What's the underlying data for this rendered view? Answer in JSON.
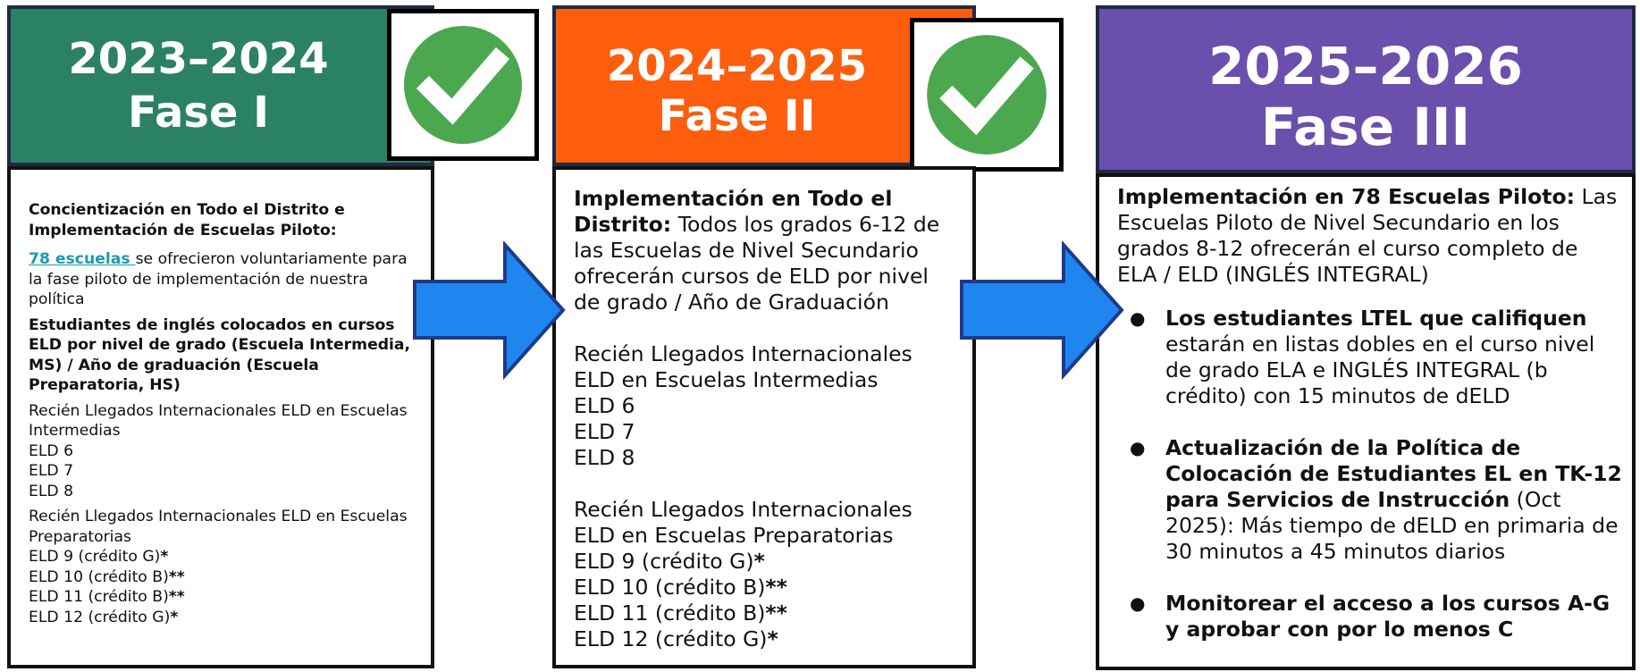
{
  "colors": {
    "phase1": "#2b8163",
    "phase2": "#fd5e0d",
    "phase3": "#6a4fad",
    "arrow": "#1f86f0",
    "check": "#4ca84f"
  },
  "phases": [
    {
      "year": "2023–2024",
      "phase": "Fase I",
      "completed": true,
      "heading": "Concientización en Todo el Distrito e Implementación de Escuelas Piloto:",
      "link_text": "78 escuelas ",
      "intro_rest": "se ofrecieron voluntariamente para la fase piloto de implementación de nuestra política",
      "subheading": "Estudiantes de inglés colocados en cursos ELD por nivel de grado (Escuela Intermedia, MS) / Año de graduación (Escuela Preparatoria, HS)",
      "ms_group": [
        "Recién Llegados Internacionales ELD en Escuelas Intermedias",
        "ELD 6",
        "ELD 7",
        "ELD 8"
      ],
      "hs_intro": "Recién Llegados Internacionales ELD en Escuelas Preparatorias",
      "hs_courses": [
        {
          "label": "ELD 9 (crédito G)",
          "mark": "*"
        },
        {
          "label": "ELD 10 (crédito B)",
          "mark": "**"
        },
        {
          "label": "ELD 11 (crédito B)",
          "mark": "**"
        },
        {
          "label": "ELD 12 (crédito G)",
          "mark": "*"
        }
      ]
    },
    {
      "year": "2024–2025",
      "phase": "Fase II",
      "completed": true,
      "heading": "Implementación en Todo el Distrito:",
      "intro_rest": " Todos los grados 6-12 de las Escuelas de Nivel Secundario ofrecerán cursos de ELD por nivel de grado / Año de Graduación",
      "ms_group": [
        "Recién Llegados Internacionales ELD en Escuelas Intermedias",
        "ELD 6",
        "ELD 7",
        "ELD 8"
      ],
      "hs_intro": "Recién Llegados Internacionales ELD en Escuelas Preparatorias",
      "hs_courses": [
        {
          "label": "ELD 9 (crédito G)",
          "mark": "*"
        },
        {
          "label": "ELD 10 (crédito B)",
          "mark": "**"
        },
        {
          "label": "ELD 11 (crédito B)",
          "mark": "**"
        },
        {
          "label": "ELD 12 (crédito G)",
          "mark": "*"
        }
      ]
    },
    {
      "year": "2025–2026",
      "phase": "Fase III",
      "completed": false,
      "heading": "Implementación en 78 Escuelas Piloto:",
      "intro_rest": " Las Escuelas Piloto de Nivel Secundario en los grados 8-12 ofrecerán el curso completo de ELA / ELD (INGLÉS INTEGRAL)",
      "bullets": [
        {
          "bold": "Los estudiantes LTEL que califiquen",
          "rest": " estarán en listas dobles en el curso nivel de grado ELA e INGLÉS INTEGRAL (b crédito) con 15 minutos de dELD"
        },
        {
          "bold": "Actualización de la Política de Colocación de Estudiantes EL en TK-12 para Servicios de Instrucción",
          "rest": " (Oct 2025): Más tiempo de dELD en primaria de 30 minutos a 45 minutos diarios"
        },
        {
          "bold": " Monitorear el acceso a los cursos A-G y aprobar con por lo menos C",
          "rest": ""
        }
      ]
    }
  ]
}
